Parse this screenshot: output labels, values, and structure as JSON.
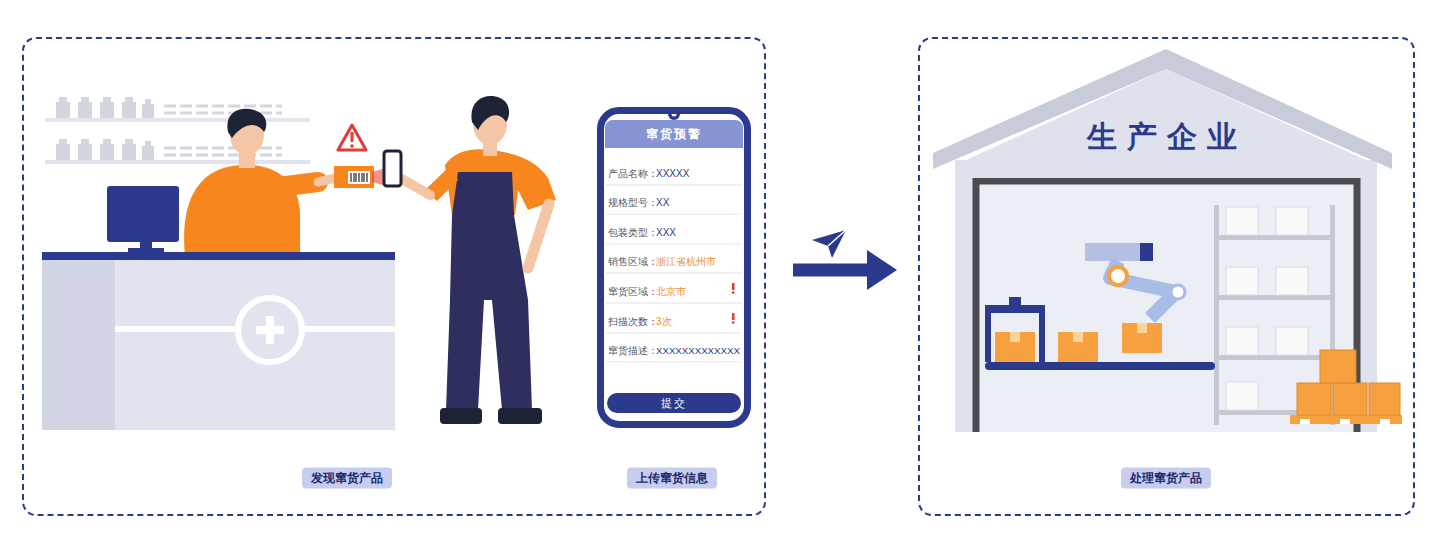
{
  "diagram": {
    "nodes": [
      {
        "text": [
          "发现窜货产品",
          "上传窜货信息"
        ]
      },
      {
        "text": [
          "窜货预警",
          "产品名称：",
          "XXXXX",
          "规格型号：",
          "XX",
          "包装类型：",
          "XXX",
          "销售区域：",
          "浙江省杭州市",
          "窜货区域：",
          "北京市",
          "扫描次数：",
          "3次",
          "窜货描述：",
          "XXXXXXXXXXXXX"
        ],
        "in": 0
      },
      {
        "text": [
          "提交"
        ],
        "in": 1
      },
      {
        "text": [
          "处理窜货产品"
        ]
      },
      {
        "text": [
          "生产企业"
        ],
        "in": 3
      }
    ],
    "edges": [
      {
        "from": 0,
        "to": 3,
        "arrow": "to"
      }
    ]
  }
}
